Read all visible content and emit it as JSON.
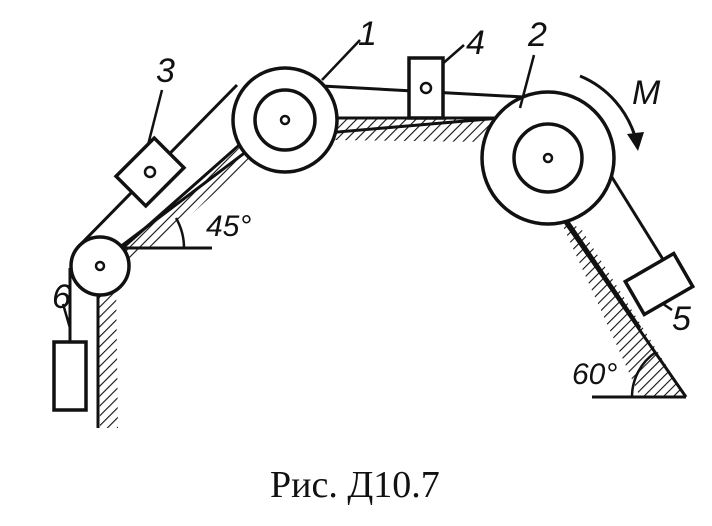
{
  "labels": {
    "wheel_1": "1",
    "wheel_2": "2",
    "block_3": "3",
    "block_4": "4",
    "block_5": "5",
    "weight_6": "6",
    "moment": "M",
    "angle_left": "45°",
    "angle_right": "60°"
  },
  "caption": "Рис. Д10.7"
}
